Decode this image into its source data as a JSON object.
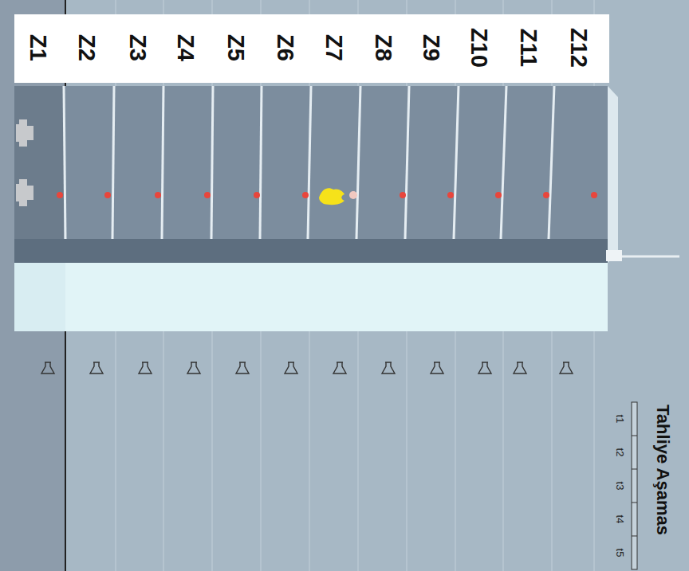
{
  "diagram": {
    "labels": [
      "Z1",
      "Z2",
      "Z3",
      "Z4",
      "Z5",
      "Z6",
      "Z7",
      "Z8",
      "Z9",
      "Z10",
      "Z11",
      "Z12",
      "Tahliye Aşamas",
      "t1",
      "t2",
      "t3",
      "t4",
      "t5"
    ]
  }
}
